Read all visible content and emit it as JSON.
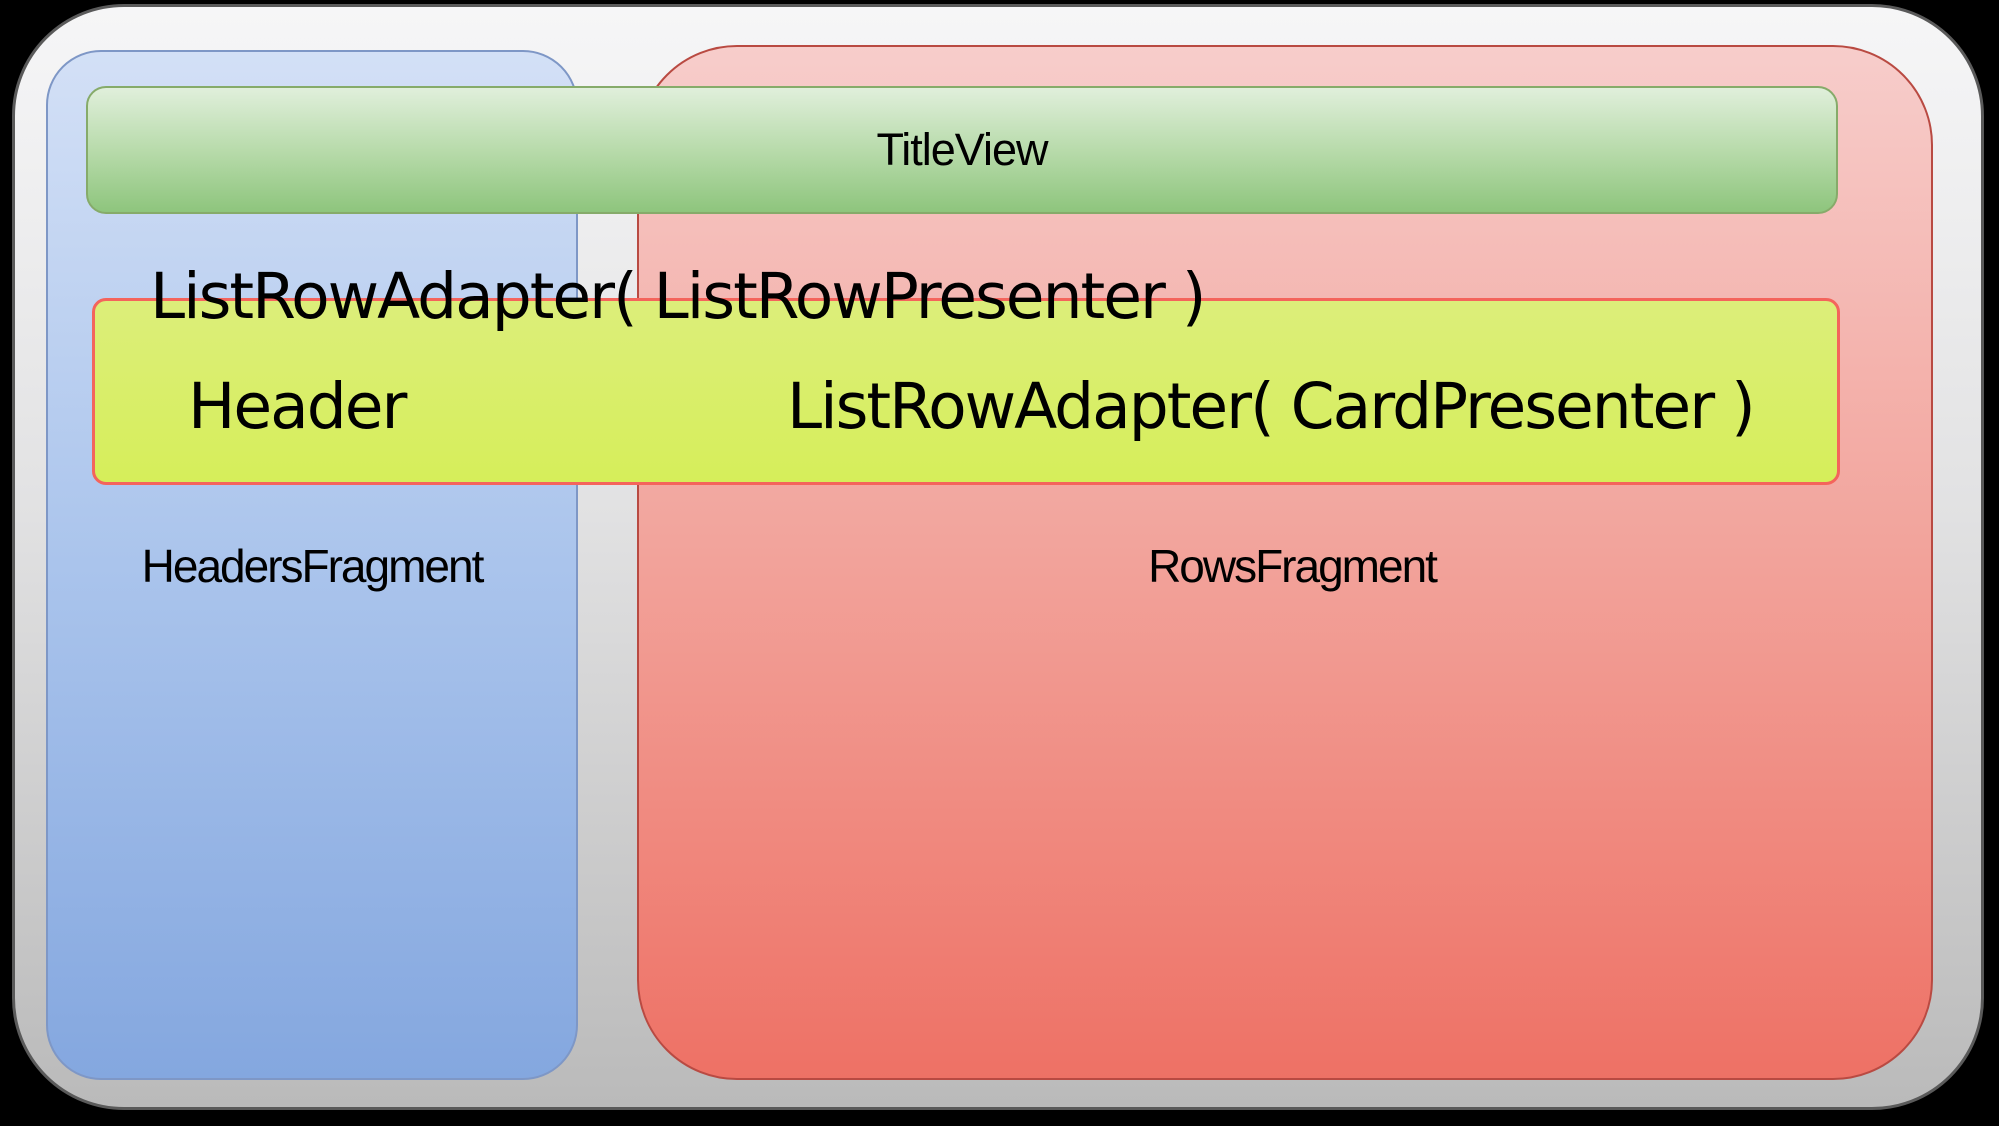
{
  "diagram": {
    "title_view_label": "TitleView",
    "adapter_top_label": "ListRowAdapter( ListRowPresenter )",
    "header_label": "Header",
    "adapter_card_label": "ListRowAdapter( CardPresenter )",
    "headers_fragment_label": "HeadersFragment",
    "rows_fragment_label": "RowsFragment"
  },
  "colors": {
    "background": "#000000",
    "text": "#000000",
    "slide_fill_top": "#f6f6f7",
    "slide_fill_bottom": "#bababa",
    "slide_border": "#5a5a5a",
    "headers_fill_top": "#d3e0f6",
    "headers_fill_bottom": "#84a7df",
    "headers_border": "#7e97c6",
    "rows_fill_top": "#f7cdcb",
    "rows_fill_bottom": "#ee7165",
    "rows_border": "#b94a42",
    "title_fill_top": "#e0efdb",
    "title_fill_bottom": "#8ec57d",
    "title_border": "#86ab6a",
    "adapter_bar_fill": "#d6ee5a",
    "adapter_bar_border": "#f4645c"
  }
}
